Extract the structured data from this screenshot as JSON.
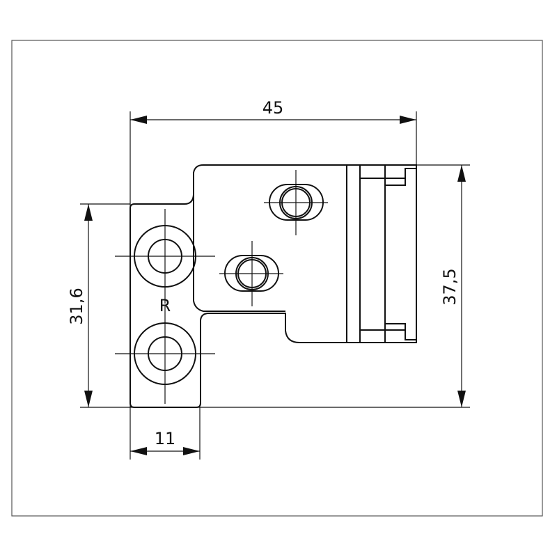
{
  "drawing": {
    "part_marking": "R",
    "dimensions": {
      "overall_width": "45",
      "overall_height": "37,5",
      "plate_height": "31,6",
      "plate_width": "11"
    },
    "colors": {
      "line": "#111111",
      "background": "#ffffff",
      "frame": "#555555"
    }
  }
}
